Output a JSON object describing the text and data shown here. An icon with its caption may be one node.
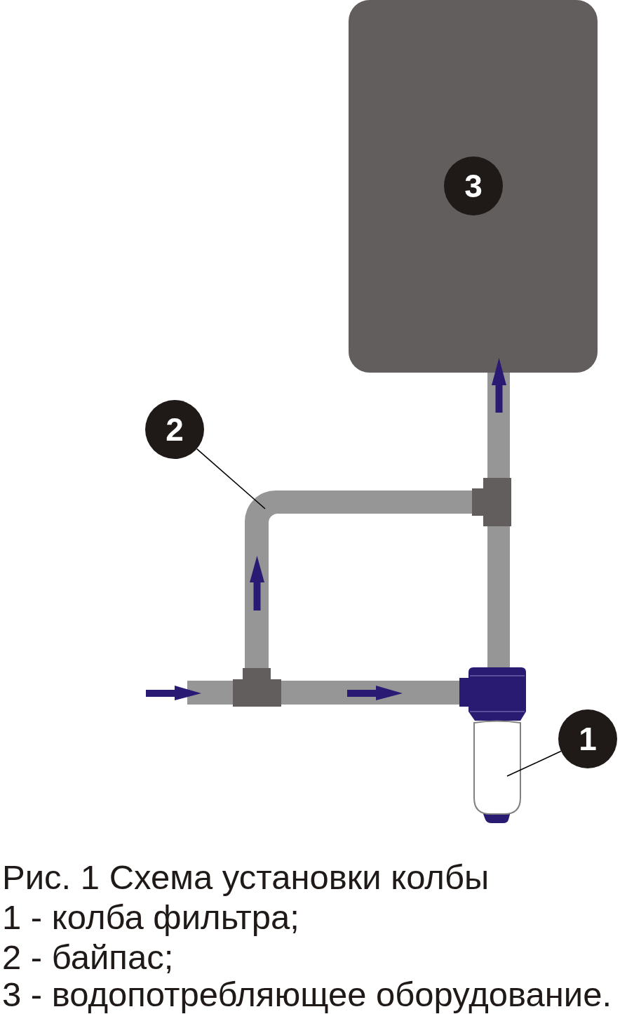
{
  "diagram": {
    "caption": "Рис. 1 Схема установки колбы",
    "nodes": [
      {
        "text": [],
        "shape": "box"
      },
      {
        "text": [
          "3"
        ],
        "in": 0
      },
      {
        "text": [
          "2"
        ]
      },
      {
        "text": [],
        "shape": "pipe"
      },
      {
        "text": [
          "1"
        ]
      },
      {
        "text": [],
        "shape": "cylinder"
      }
    ],
    "edges": [
      {
        "from": 2,
        "to": 3,
        "arrow": "none"
      },
      {
        "from": 4,
        "to": 5,
        "arrow": "none"
      }
    ],
    "labels": [
      "1 - колба фильтра;",
      "2 - байпас;",
      "3 - водопотребляющее оборудование."
    ]
  }
}
